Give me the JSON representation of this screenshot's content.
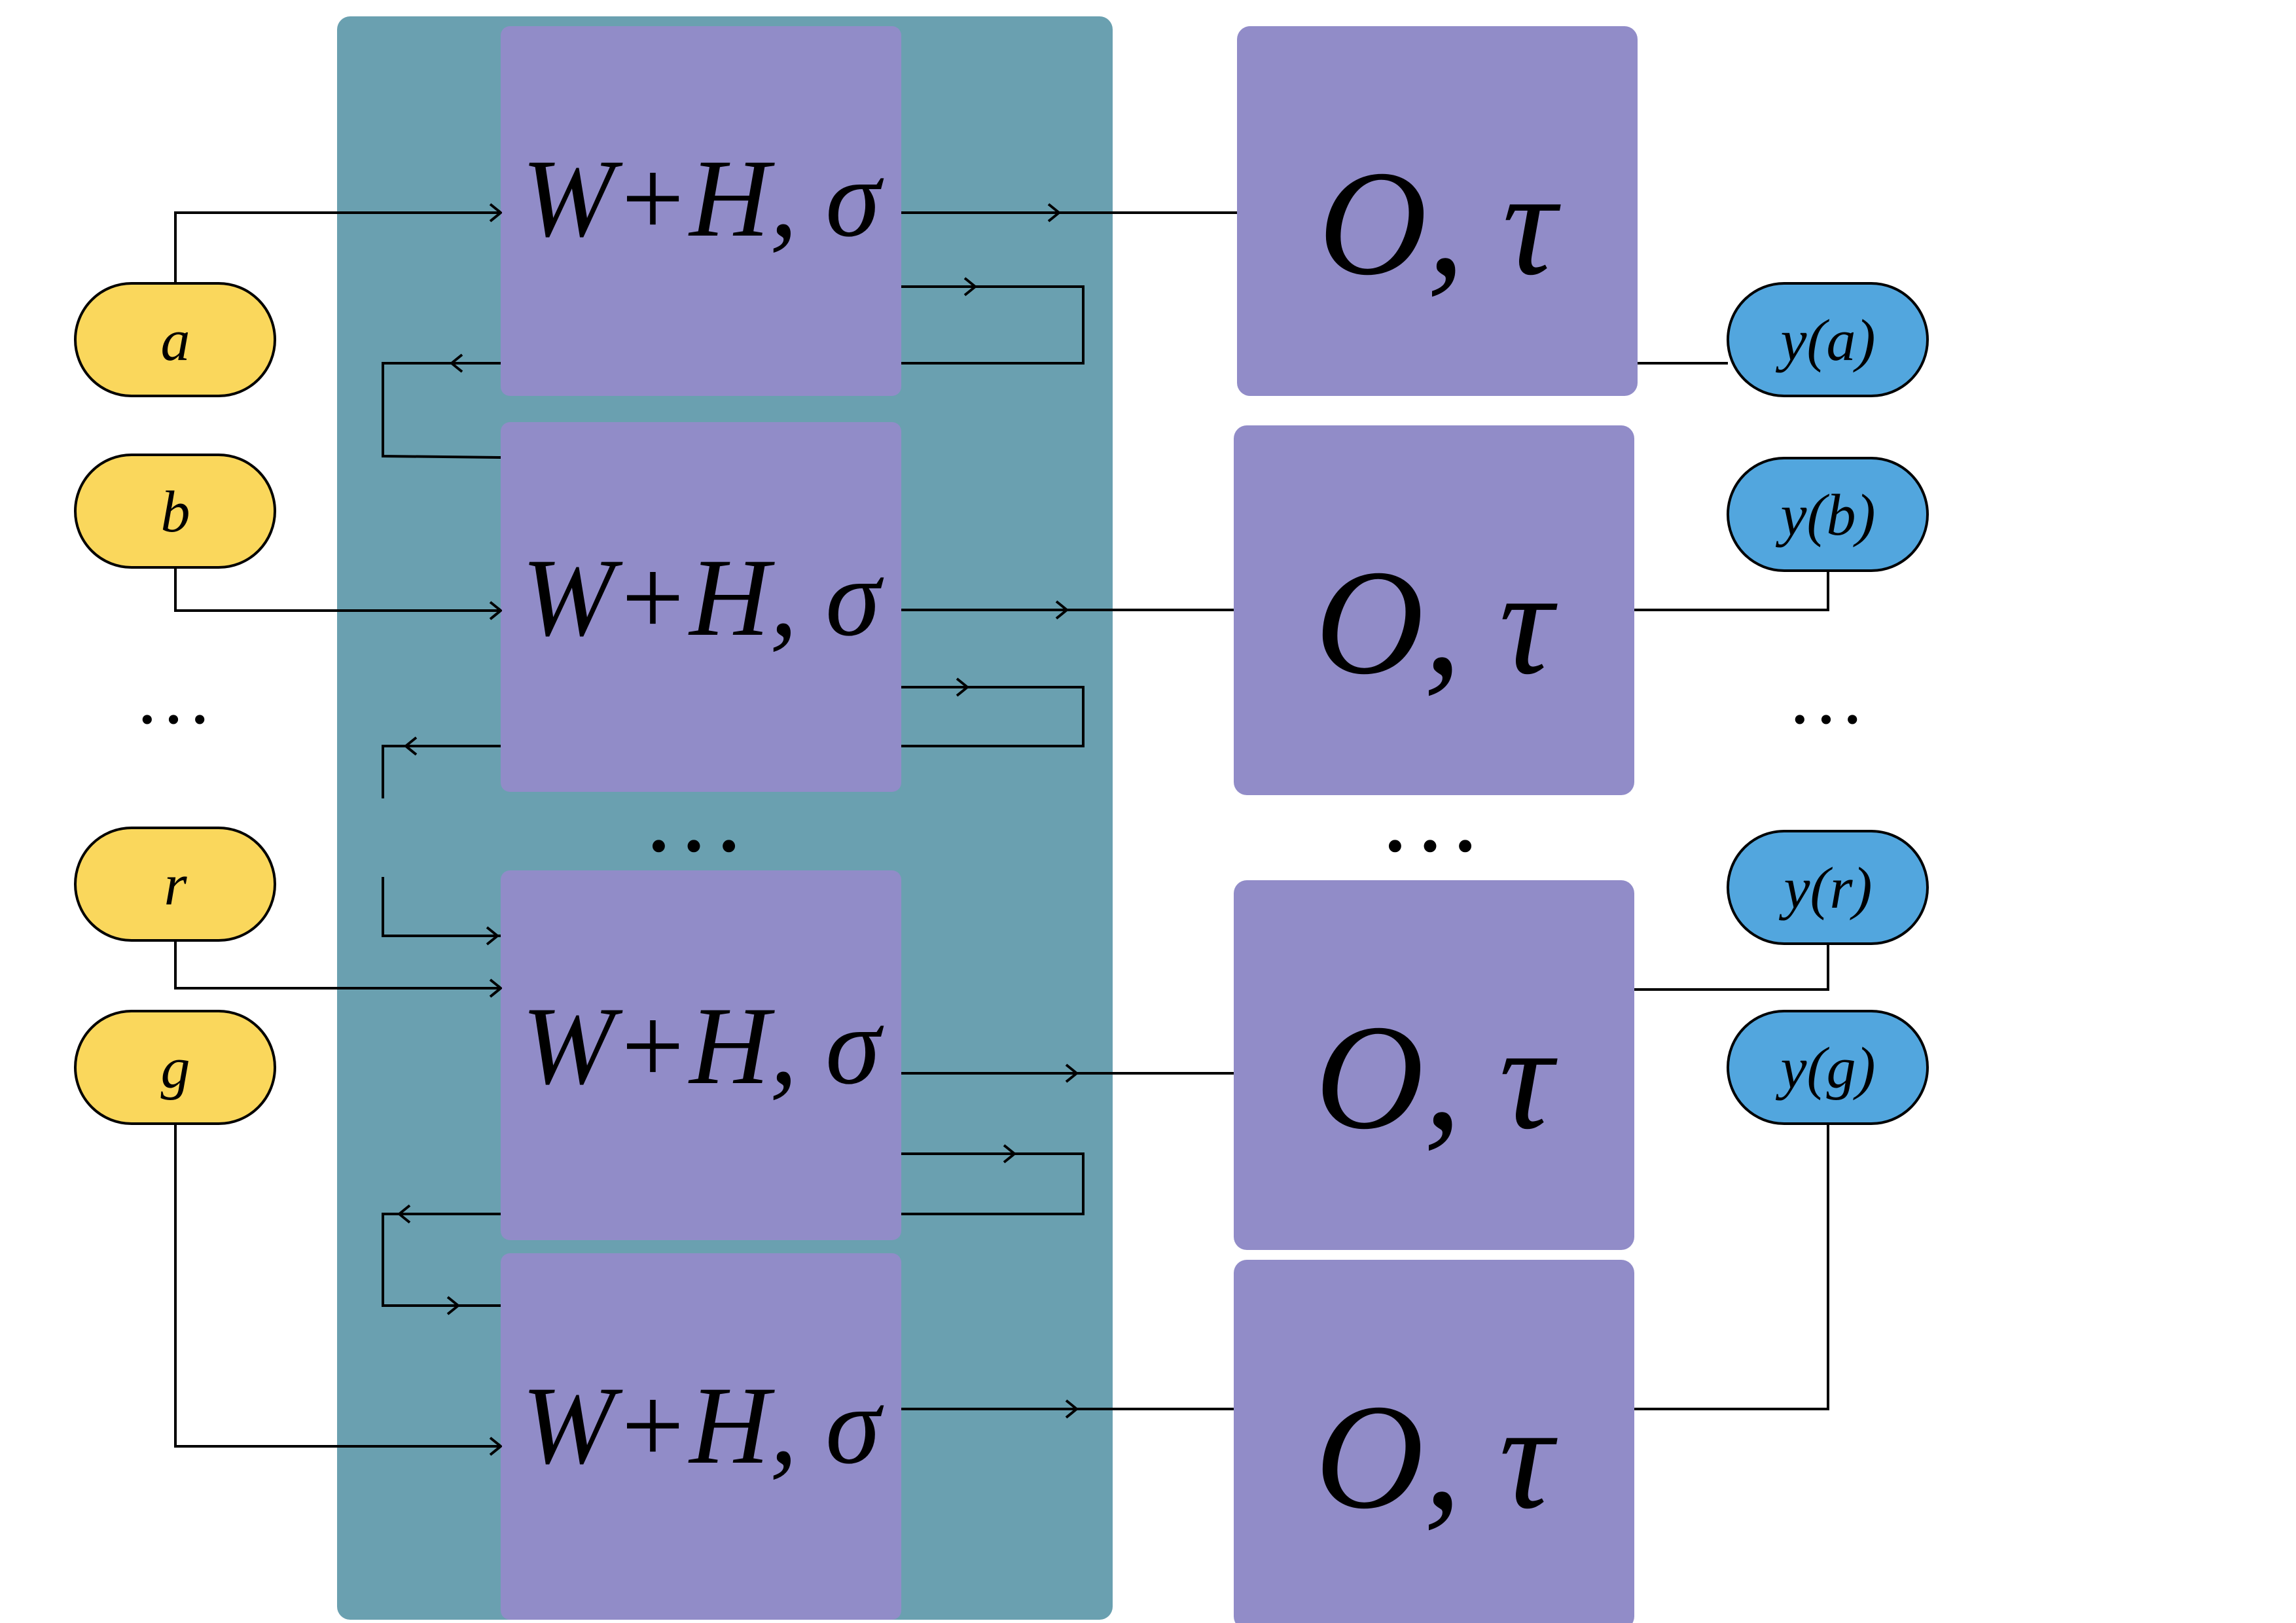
{
  "colors": {
    "background": "#ffffff",
    "panel": "#6aa0b0",
    "block": "#918cc8",
    "input_node": "#fad75c",
    "output_node": "#52a6de",
    "line": "#000000"
  },
  "hidden_blocks": [
    {
      "label": "W+H, σ"
    },
    {
      "label": "W+H, σ"
    },
    {
      "label": "W+H, σ"
    },
    {
      "label": "W+H, σ"
    }
  ],
  "hidden_ellipsis": "…",
  "output_blocks": [
    {
      "label": "O, τ"
    },
    {
      "label": "O, τ"
    },
    {
      "label": "O, τ"
    },
    {
      "label": "O, τ"
    }
  ],
  "output_ellipsis": "…",
  "inputs": [
    {
      "label": "a"
    },
    {
      "label": "b"
    },
    {
      "label": "r"
    },
    {
      "label": "g"
    }
  ],
  "inputs_ellipsis": "…",
  "outputs": [
    {
      "label": "y(a)"
    },
    {
      "label": "y(b)"
    },
    {
      "label": "y(r)"
    },
    {
      "label": "y(g)"
    }
  ],
  "outputs_ellipsis": "…"
}
